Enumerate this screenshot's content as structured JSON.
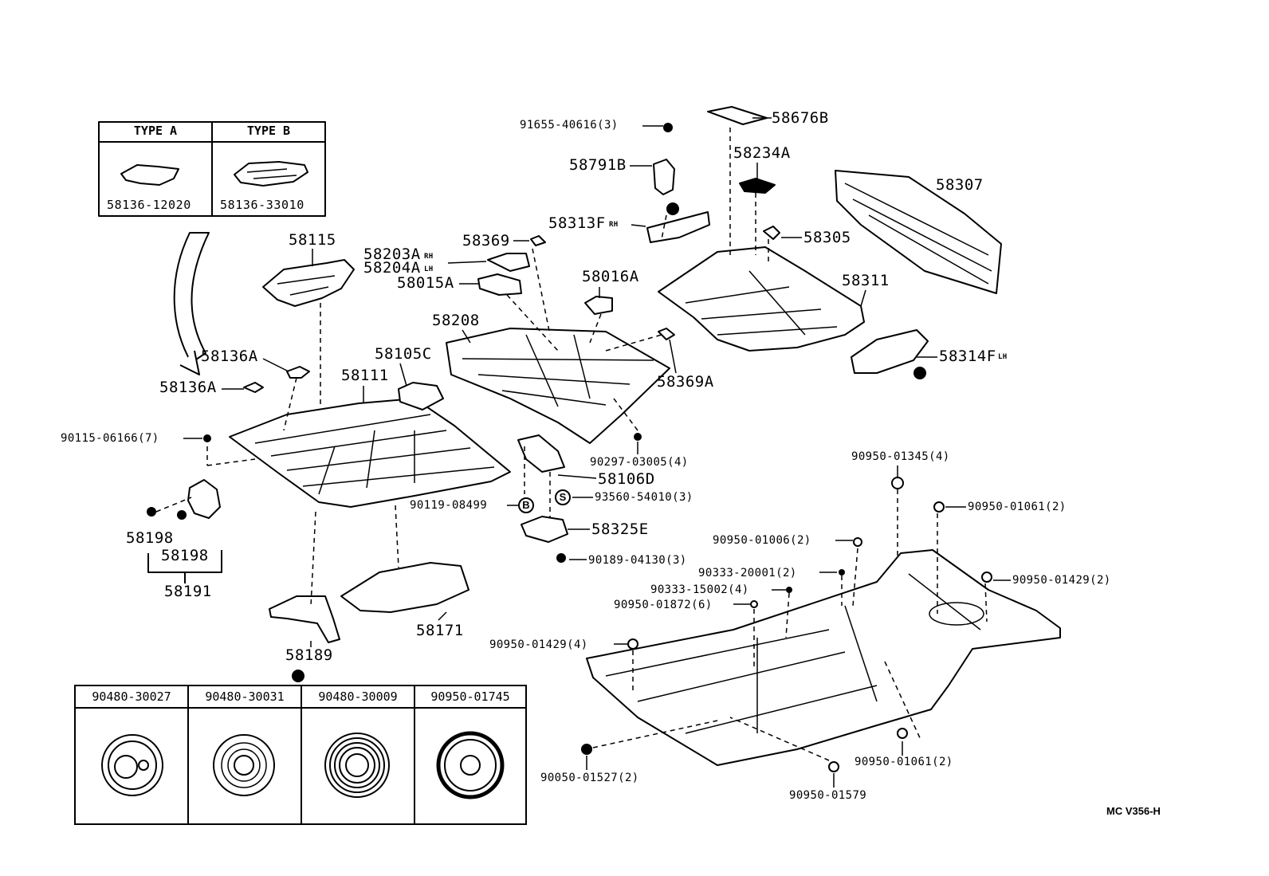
{
  "type_table": {
    "header_a": "TYPE A",
    "header_b": "TYPE B",
    "part_a": "58136-12020",
    "part_b": "58136-33010"
  },
  "grommet_table": {
    "col1": "90480-30027",
    "col2": "90480-30031",
    "col3": "90480-30009",
    "col4": "90950-01745"
  },
  "labels": {
    "p91655": "91655-40616(3)",
    "p58676b": "58676B",
    "p58791b": "58791B",
    "p58234a": "58234A",
    "p58307": "58307",
    "p58313f": "58313F",
    "p58313f_side": "RH",
    "p58305": "58305",
    "p58369": "58369",
    "p58203a": "58203A",
    "p58203a_side": "RH",
    "p58204a": "58204A",
    "p58204a_side": "LH",
    "p58015a": "58015A",
    "p58016a": "58016A",
    "p58311": "58311",
    "p58115": "58115",
    "p58208": "58208",
    "p58314f": "58314F",
    "p58314f_side": "LH",
    "p58136a_1": "58136A",
    "p58105c": "58105C",
    "p58369a": "58369A",
    "p58136a_2": "58136A",
    "p58111": "58111",
    "p90115": "90115-06166(7)",
    "p90297": "90297-03005(4)",
    "p90950_01345": "90950-01345(4)",
    "p58106d": "58106D",
    "p90119": "90119-08499",
    "p93560": "93560-54010(3)",
    "p90950_01061a": "90950-01061(2)",
    "p58198_1": "58198",
    "p58325e": "58325E",
    "p58198_2": "58198",
    "p90950_01006": "90950-01006(2)",
    "p90189": "90189-04130(3)",
    "p90333_20001": "90333-20001(2)",
    "p90950_01429a": "90950-01429(2)",
    "p58191": "58191",
    "p90333_15002": "90333-15002(4)",
    "p90950_01872": "90950-01872(6)",
    "p58171": "58171",
    "p90950_01429b": "90950-01429(4)",
    "p58189": "58189",
    "p90950_01061b": "90950-01061(2)",
    "p90050": "90050-01527(2)",
    "p90950_01579": "90950-01579"
  },
  "badges": {
    "b_marker": "B",
    "s_marker": "S"
  },
  "footer_code": "MC  V356-H",
  "icons": [
    "clip-icon",
    "bolt-icon",
    "grommet-icon",
    "plug-icon",
    "circle-marker-icon"
  ]
}
